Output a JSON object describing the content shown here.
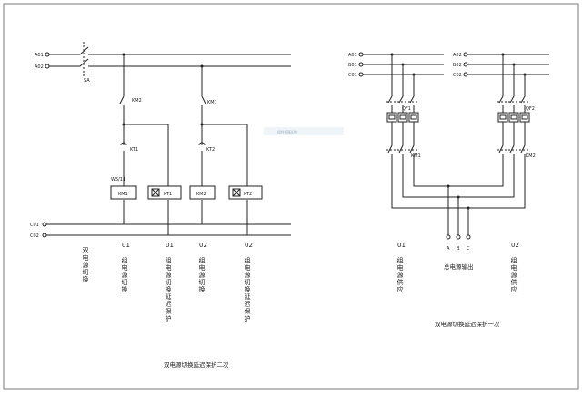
{
  "left_diagram": {
    "buses": {
      "a01": "A01",
      "a02": "A02",
      "c01": "C01",
      "c02": "C02"
    },
    "switch_label": "SA",
    "contacts": {
      "km2": "KM2",
      "km1": "KM1",
      "kt1": "KT1",
      "kt2": "KT2"
    },
    "ncontact_label": "W5/11",
    "coils": {
      "km1": "KM1",
      "kt1": "KT1",
      "km2": "KM2",
      "kt2": "KT2"
    },
    "columns": [
      {
        "num": "",
        "text": "双电源切换"
      },
      {
        "num": "01",
        "text": "组电源切换"
      },
      {
        "num": "01",
        "text": "组电源切换延迟保护"
      },
      {
        "num": "02",
        "text": "组电源切换"
      },
      {
        "num": "02",
        "text": "组电源切换延迟保护"
      }
    ],
    "caption": "双电源切换延迟保护二次"
  },
  "right_diagram": {
    "buses_left": [
      "A01",
      "B01",
      "C01"
    ],
    "buses_right": [
      "A02",
      "B02",
      "C02"
    ],
    "breakers": {
      "left": "QF1",
      "right": "QF2"
    },
    "contactors": {
      "left": "KM1",
      "right": "KM2"
    },
    "outputs": [
      "A",
      "B",
      "C"
    ],
    "output_label": "总电源输出",
    "supply_left": {
      "num": "01",
      "text": "组电源供应"
    },
    "supply_right": {
      "num": "02",
      "text": "组电源供应"
    },
    "caption": "双电源切换延迟保护一次"
  },
  "watermark": "组件搭配(A)"
}
